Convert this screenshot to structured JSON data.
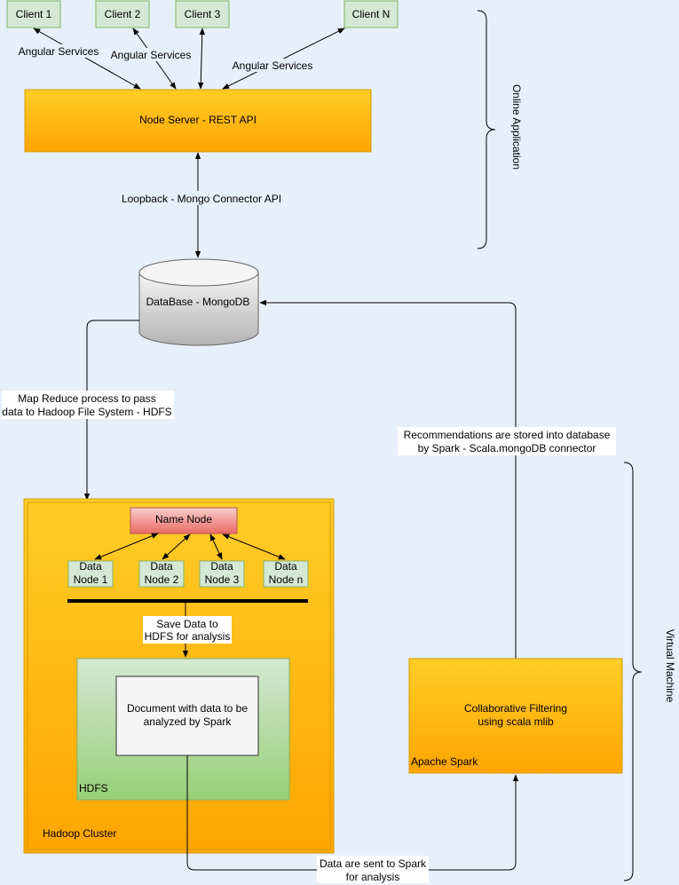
{
  "clients": [
    {
      "label": "Client 1"
    },
    {
      "label": "Client 2"
    },
    {
      "label": "Client 3"
    },
    {
      "label": "Client N"
    }
  ],
  "angular_services_label": "Angular Services",
  "node_server": {
    "label": "Node Server - REST API"
  },
  "loopback_label": "Loopback - Mongo Connector API",
  "database": {
    "label": "DataBase - MongoDB"
  },
  "online_application_label": "Online Application",
  "map_reduce_label": [
    "Map Reduce process to pass",
    "data to Hadoop File System - HDFS"
  ],
  "recommendations_label": [
    "Recommendations are stored into database",
    "by Spark - Scala.mongoDB connector"
  ],
  "hadoop_cluster": {
    "label": "Hadoop Cluster",
    "name_node": "Name Node",
    "data_nodes": [
      {
        "line1": "Data",
        "line2": "Node 1"
      },
      {
        "line1": "Data",
        "line2": "Node 2"
      },
      {
        "line1": "Data",
        "line2": "Node 3"
      },
      {
        "line1": "Data",
        "line2": "Node n"
      }
    ],
    "save_data_label": [
      "Save Data to",
      "HDFS for analysis"
    ],
    "hdfs_label": "HDFS",
    "document": [
      "Document with data to be",
      "analyzed by Spark"
    ]
  },
  "apache_spark": {
    "label": "Apache Spark",
    "text": [
      "Collaborative Filtering",
      "using scala mlib"
    ]
  },
  "data_sent_label": [
    "Data are sent to Spark",
    "for analysis"
  ],
  "virtual_machine_label": "Virtual Machine"
}
